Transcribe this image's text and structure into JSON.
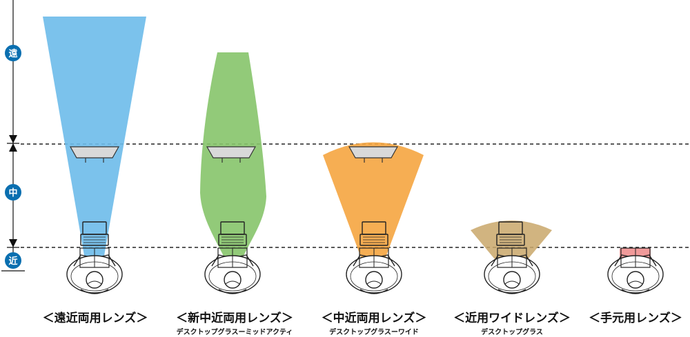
{
  "axis": {
    "far_label": "遠",
    "mid_label": "中",
    "near_label": "近",
    "badge_color": "#0a6fb0"
  },
  "lenses": [
    {
      "title": "＜遠近両用レンズ＞",
      "subtitle": "",
      "color": "#6dbbea"
    },
    {
      "title": "＜新中近両用レンズ＞",
      "subtitle": "デスクトップグラスーミッドアクティ",
      "color": "#86c46a"
    },
    {
      "title": "＜中近両用レンズ＞",
      "subtitle": "デスクトップグラスーワイド",
      "color": "#f5a540"
    },
    {
      "title": "＜近用ワイドレンズ＞",
      "subtitle": "デスクトップグラス",
      "color": "#c9a76a"
    },
    {
      "title": "＜手元用レンズ＞",
      "subtitle": "",
      "color": "#ee8f8f"
    }
  ],
  "objects": {
    "monitor_icon": "monitor-icon",
    "laptop_icon": "laptop-icon",
    "person_icon": "person-top-view-icon",
    "book_icon": "open-book-icon"
  }
}
